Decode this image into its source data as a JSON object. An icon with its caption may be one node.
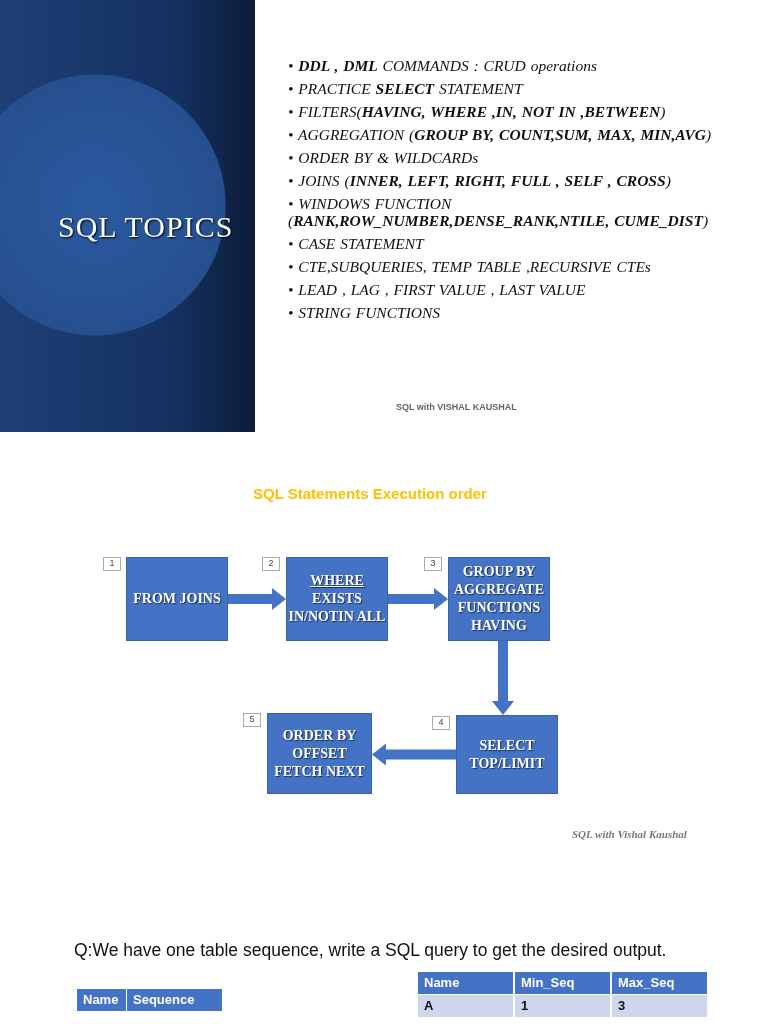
{
  "diagram": {
    "nodes": [
      {
        "text": [
          "FROM JOINS"
        ],
        "beside": [
          "1"
        ]
      },
      {
        "text": [
          "WHERE",
          "EXISTS IN/NOTIN ALL"
        ],
        "beside": [
          "2"
        ]
      },
      {
        "text": [
          "GROUP BY AGGREGATE FUNCTIONS HAVING"
        ],
        "beside": [
          "3"
        ]
      },
      {
        "text": [
          "SELECT TOP/LIMIT"
        ],
        "beside": [
          "4"
        ]
      },
      {
        "text": [
          "ORDER BY OFFSET FETCH NEXT"
        ],
        "beside": [
          "5"
        ]
      }
    ],
    "edges": [
      {
        "from": 0,
        "to": 1,
        "arrow": "to"
      },
      {
        "from": 1,
        "to": 2,
        "arrow": "to"
      },
      {
        "from": 2,
        "to": 3,
        "arrow": "to"
      },
      {
        "from": 3,
        "to": 4,
        "arrow": "to"
      }
    ],
    "labels": [
      "SQL TOPICS",
      "• **DDL , DML** COMMANDS : CRUD operations",
      "• PRACTICE **SELECT** STATEMENT",
      "• FILTERS(**HAVING, WHERE ,IN, NOT IN ,BETWEEN**)",
      "• AGGREGATION (**GROUP BY,  COUNT,SUM, MAX, MIN,AVG**)",
      "• ORDER BY & WILDCARDs",
      "• JOINS (**INNER, LEFT, RIGHT, FULL , SELF , CROSS**)",
      "• WINDOWS FUNCTION (**RANK,ROW_NUMBER,DENSE_RANK,NTILE, CUME_DIST**)",
      "• CASE STATEMENT",
      "• CTE,SUBQUERIES, TEMP TABLE ,RECURSIVE CTEs",
      "• LEAD , LAG , FIRST VALUE , LAST VALUE",
      "• STRING FUNCTIONS",
      "SQL with VISHAL KAUSHAL",
      "SQL Statements Execution order",
      "SQL with Vishal Kaushal",
      "Q:We have one table sequence, write a SQL query to get the desired output.",
      "Name",
      "Sequence",
      "Name",
      "Min_Seq",
      "Max_Seq",
      "A",
      "1",
      "3"
    ]
  }
}
